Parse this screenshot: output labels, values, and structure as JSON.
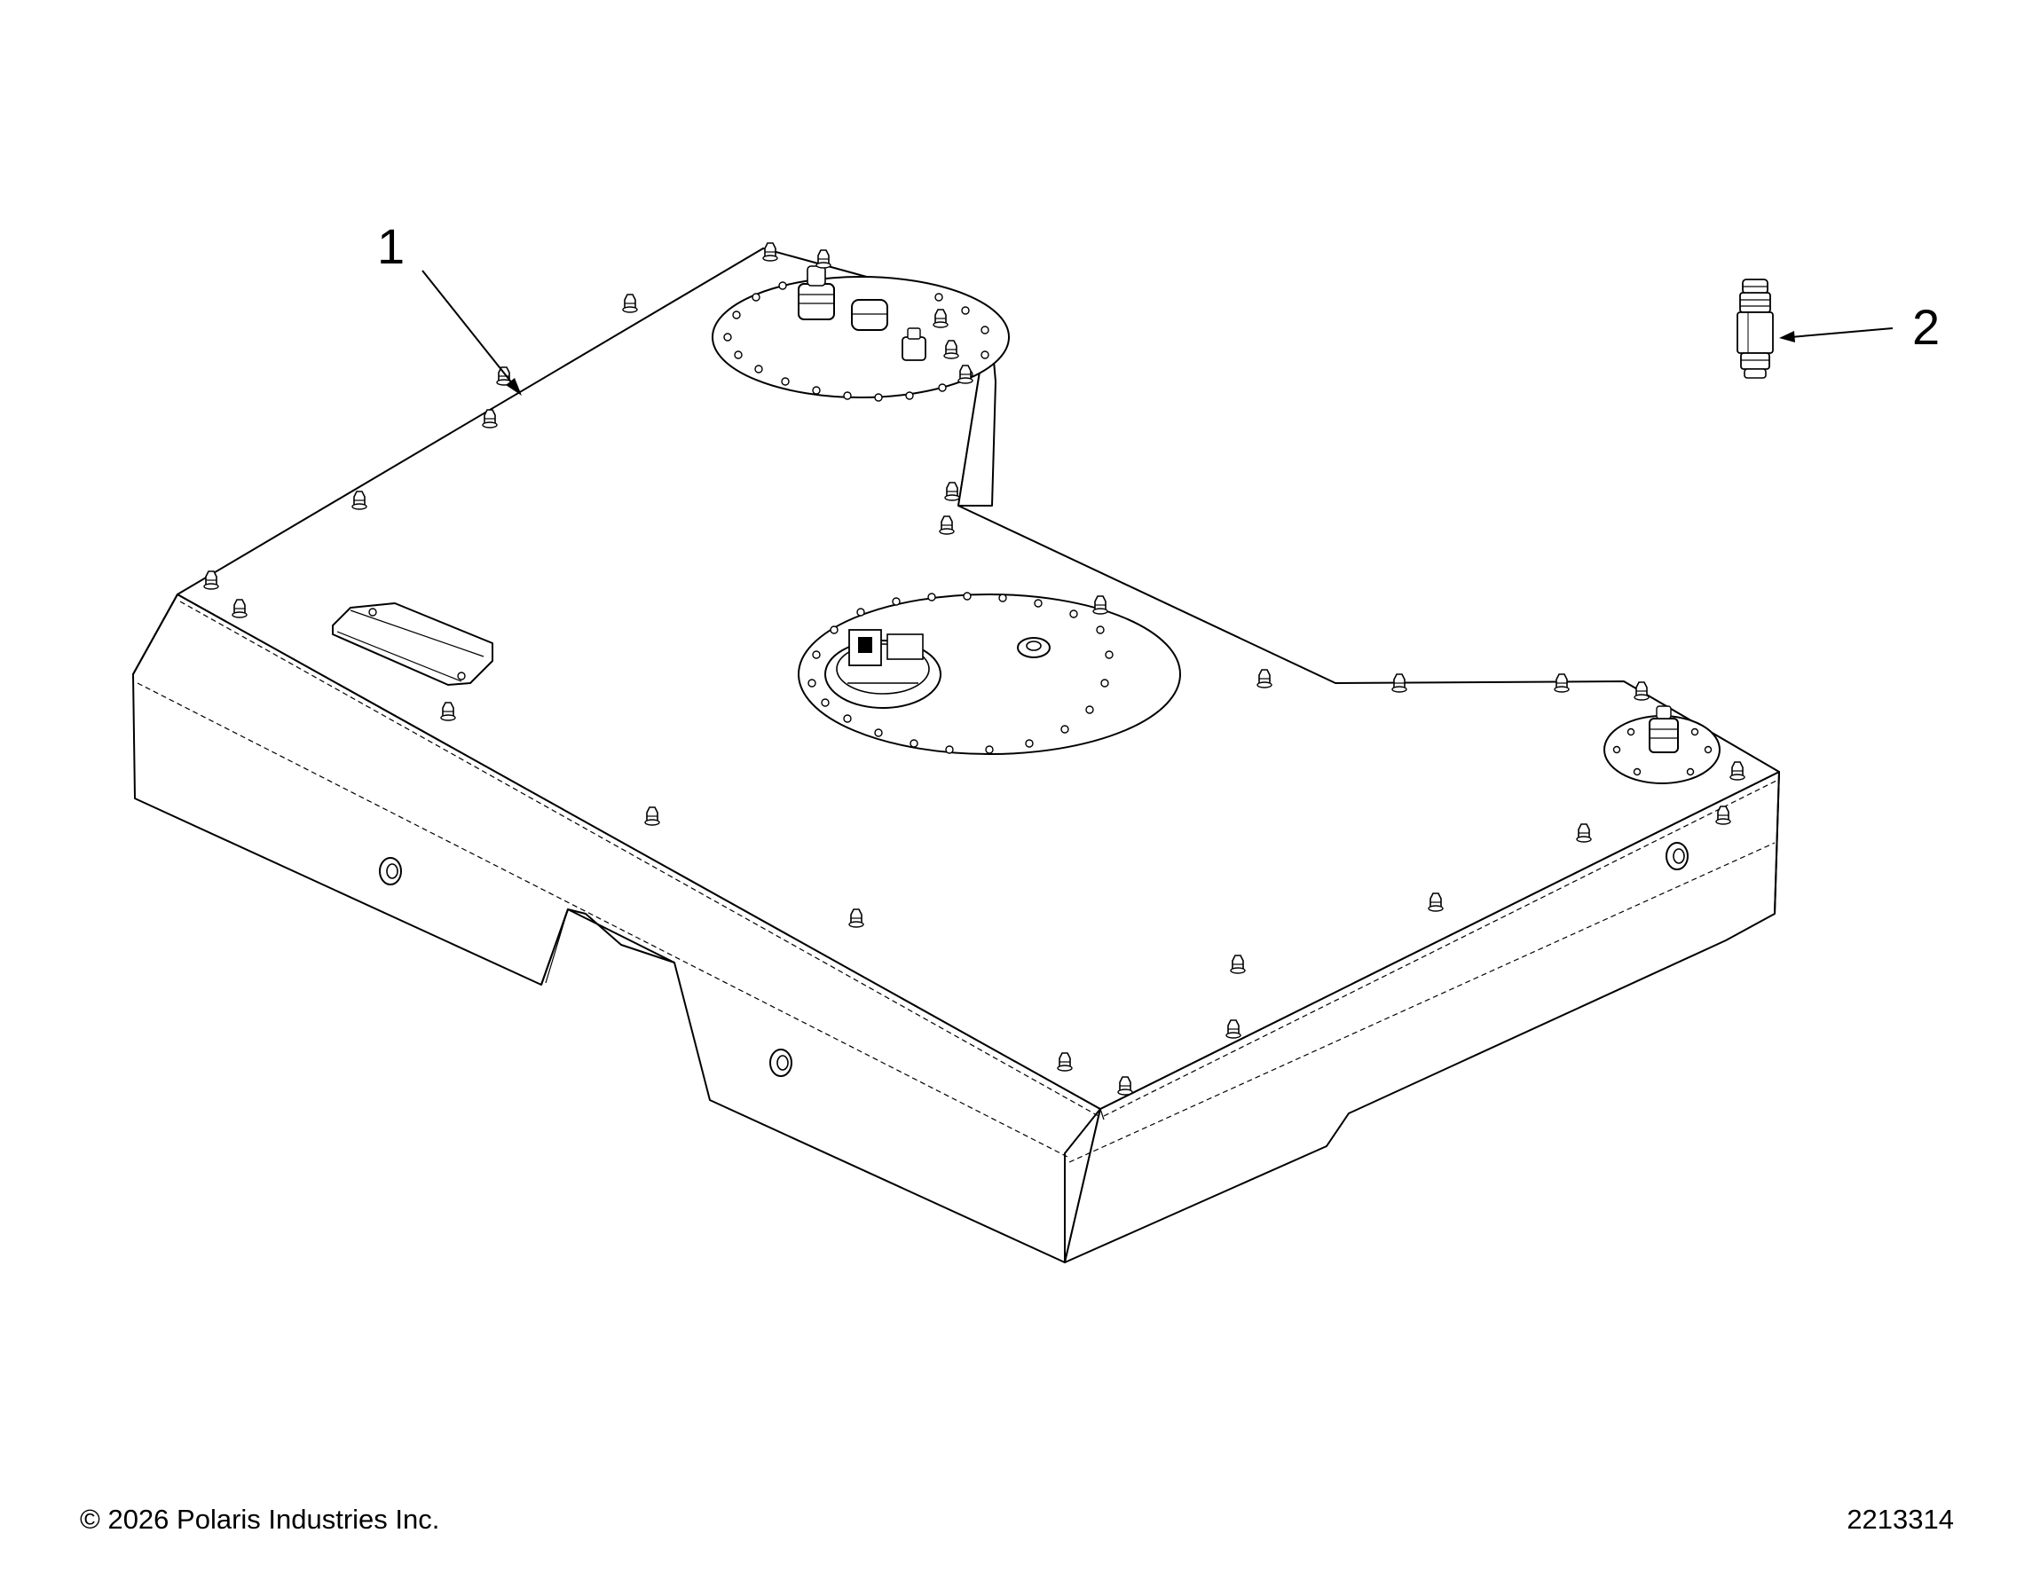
{
  "callouts": [
    {
      "id": "1",
      "label": "1"
    },
    {
      "id": "2",
      "label": "2"
    }
  ],
  "footer": {
    "copyright": "© 2026 Polaris Industries Inc.",
    "drawing_number": "2213314"
  }
}
